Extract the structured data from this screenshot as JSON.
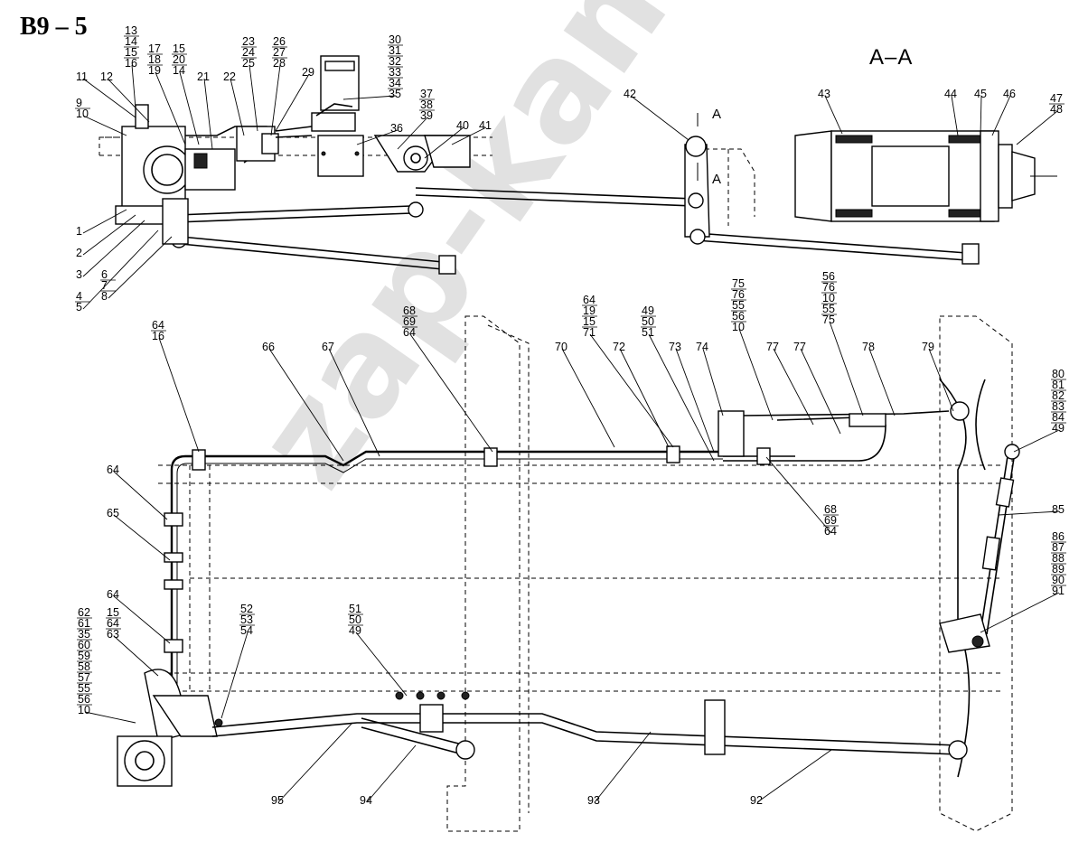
{
  "title": "В9 – 5",
  "section_label": "A–A",
  "section_marks": [
    "A",
    "A"
  ],
  "watermark": "zap-kam.ru",
  "top_labels": [
    [
      "13",
      "14",
      "15",
      "16"
    ],
    [
      "17",
      "18",
      "19"
    ],
    [
      "15",
      "20",
      "14"
    ],
    [
      "11"
    ],
    [
      "12"
    ],
    [
      "9",
      "10"
    ],
    [
      "21"
    ],
    [
      "22"
    ],
    [
      "23",
      "24",
      "25"
    ],
    [
      "26",
      "27",
      "28"
    ],
    [
      "29"
    ],
    [
      "30",
      "31",
      "32",
      "33",
      "34",
      "35"
    ],
    [
      "36"
    ],
    [
      "37",
      "38",
      "39"
    ],
    [
      "40"
    ],
    [
      "41"
    ],
    [
      "42"
    ],
    [
      "43"
    ],
    [
      "44"
    ],
    [
      "45"
    ],
    [
      "46"
    ],
    [
      "47",
      "48"
    ],
    [
      "1"
    ],
    [
      "2"
    ],
    [
      "3"
    ],
    [
      "4",
      "5"
    ],
    [
      "6",
      "7",
      "8"
    ]
  ],
  "bottom_labels": [
    [
      "64",
      "16"
    ],
    [
      "66"
    ],
    [
      "67"
    ],
    [
      "68",
      "69",
      "64"
    ],
    [
      "64",
      "19",
      "15",
      "71"
    ],
    [
      "70"
    ],
    [
      "72"
    ],
    [
      "49",
      "50",
      "51"
    ],
    [
      "73"
    ],
    [
      "74"
    ],
    [
      "75",
      "76",
      "55",
      "56",
      "10"
    ],
    [
      "77"
    ],
    [
      "77"
    ],
    [
      "56",
      "76",
      "10",
      "55",
      "75"
    ],
    [
      "78"
    ],
    [
      "79"
    ],
    [
      "80",
      "81",
      "82",
      "83",
      "84",
      "49"
    ],
    [
      "85"
    ],
    [
      "86",
      "87",
      "88",
      "89",
      "90",
      "91"
    ],
    [
      "64"
    ],
    [
      "65"
    ],
    [
      "64"
    ],
    [
      "68",
      "69",
      "64"
    ],
    [
      "62",
      "61",
      "35",
      "60",
      "59",
      "58",
      "57",
      "55",
      "56",
      "10"
    ],
    [
      "15",
      "64",
      "63"
    ],
    [
      "52",
      "53",
      "54"
    ],
    [
      "51",
      "50",
      "49"
    ],
    [
      "95"
    ],
    [
      "94"
    ],
    [
      "93"
    ],
    [
      "92"
    ]
  ]
}
